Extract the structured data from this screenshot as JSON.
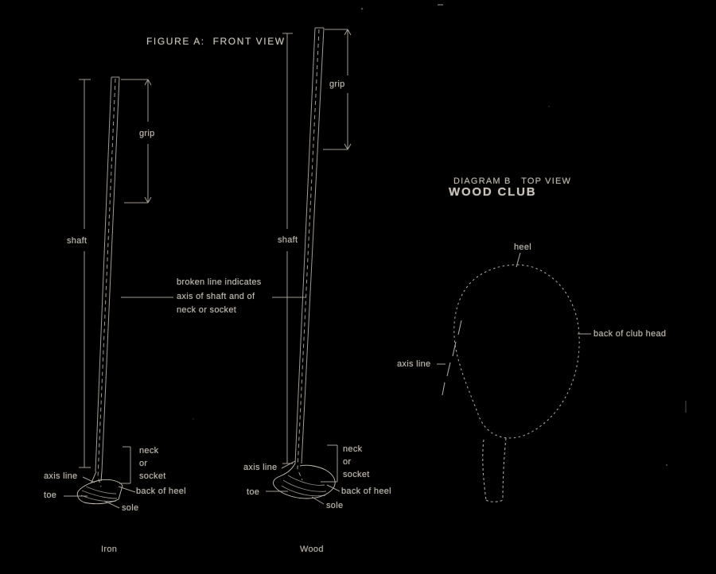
{
  "colors": {
    "background": "#000000",
    "ink": "#bdb7ae",
    "line": "#a29c93",
    "sketch": "#c9c3b9"
  },
  "figure_front": {
    "title": "FIGURE A:  FRONT VIEW",
    "note": "broken line indicates\naxis of shaft and of\nneck or socket",
    "iron": {
      "caption": "Iron",
      "grip": "grip",
      "shaft": "shaft",
      "axis_line": "axis line",
      "toe": "toe",
      "neck_or_socket": "neck\nor\nsocket",
      "back_of_heel": "back of heel",
      "sole": "sole"
    },
    "wood": {
      "caption": "Wood",
      "grip": "grip",
      "shaft": "shaft",
      "axis_line": "axis line",
      "toe": "toe",
      "neck_or_socket": "neck\nor\nsocket",
      "back_of_heel": "back of heel",
      "sole": "sole"
    }
  },
  "figure_plan": {
    "title_line1": "DIAGRAM B   TOP VIEW",
    "title_line2": "WOOD CLUB",
    "heel": "heel",
    "back_of_club_head": "back of club head",
    "axis_line": "axis line"
  }
}
